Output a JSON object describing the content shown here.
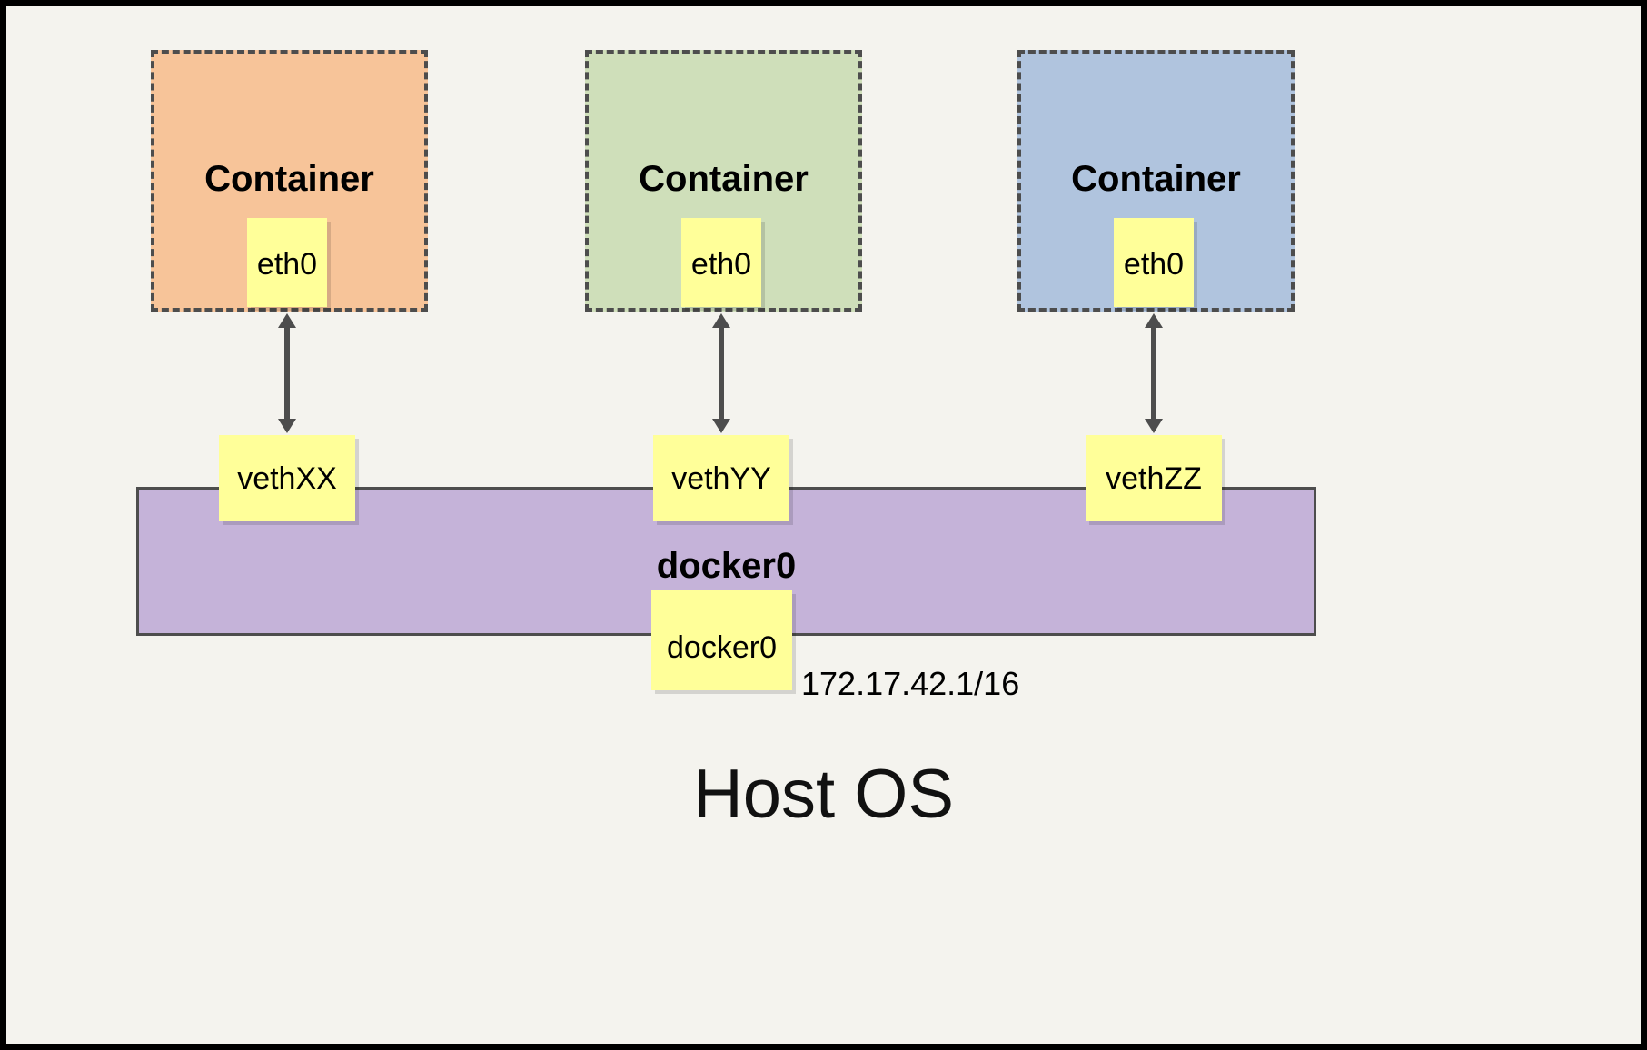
{
  "diagram": {
    "title_label": "Host OS",
    "background_color": "#f4f3ee",
    "border_color": "#000000",
    "ip_label": "172.17.42.1/16"
  },
  "containers": [
    {
      "name": "container-1",
      "label": "Container",
      "fill_color": "#f7c499",
      "border_color": "#4d4d4d",
      "interface_label": "eth0"
    },
    {
      "name": "container-2",
      "label": "Container",
      "fill_color": "#cfdfba",
      "border_color": "#4d4d4d",
      "interface_label": "eth0"
    },
    {
      "name": "container-3",
      "label": "Container",
      "fill_color": "#b0c4de",
      "border_color": "#4d4d4d",
      "interface_label": "eth0"
    }
  ],
  "bridge": {
    "name": "docker0",
    "label": "docker0",
    "fill_color": "#c5b3d9",
    "border_color": "#4d4d4d",
    "interface_label": "docker0",
    "veth_color": "#ffff99",
    "veths": [
      {
        "label": "vethXX"
      },
      {
        "label": "vethYY"
      },
      {
        "label": "vethZZ"
      }
    ]
  },
  "arrows": {
    "color": "#4d4d4d",
    "style": "double-headed-vertical",
    "count": 3
  }
}
